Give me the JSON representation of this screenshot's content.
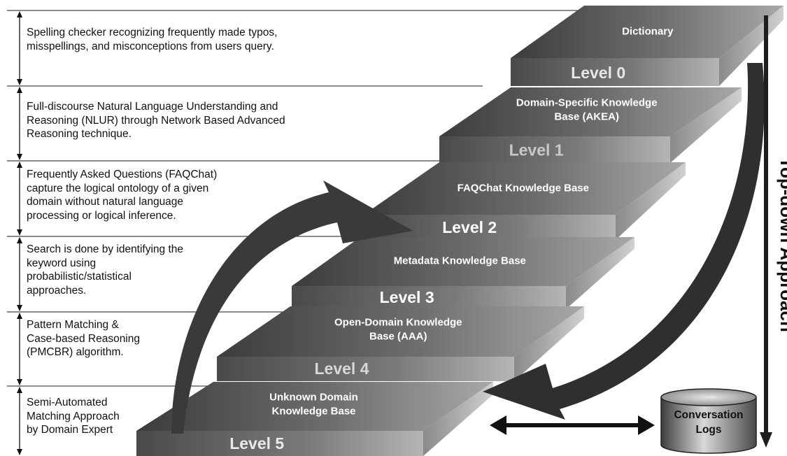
{
  "levels": [
    {
      "title_lines": [
        "Dictionary"
      ],
      "level_label": "Level 0",
      "description": "Spelling checker  recognizing frequently made typos,\nmisspellings, and misconceptions from users query."
    },
    {
      "title_lines": [
        "Domain-Specific Knowledge",
        "Base (AKEA)"
      ],
      "level_label": "Level 1",
      "description": "Full-discourse Natural Language Understanding and\nReasoning (NLUR)  through Network Based Advanced\nReasoning technique."
    },
    {
      "title_lines": [
        "FAQChat Knowledge Base"
      ],
      "level_label": "Level 2",
      "description": "Frequently Asked Questions (FAQChat)\ncapture the logical ontology of a given\ndomain without natural language\nprocessing or logical inference."
    },
    {
      "title_lines": [
        "Metadata Knowledge Base"
      ],
      "level_label": "Level 3",
      "description": "Search is done by identifying the\nkeyword  using\nprobabilistic/statistical\napproaches."
    },
    {
      "title_lines": [
        "Open-Domain Knowledge",
        "Base (AAA)"
      ],
      "level_label": "Level 4",
      "description": "Pattern Matching &\nCase-based Reasoning\n(PMCBR) algorithm."
    },
    {
      "title_lines": [
        "Unknown Domain",
        "Knowledge Base"
      ],
      "level_label": "Level 5",
      "description": "Semi-Automated\nMatching Approach\nby Domain Expert"
    }
  ],
  "side_label": "Top-down Approach",
  "logs_label_lines": [
    "Conversation",
    "Logs"
  ],
  "colors": {
    "divider": "#1a1a1a",
    "arrow": "#3a3a3a",
    "text": "#111111"
  }
}
